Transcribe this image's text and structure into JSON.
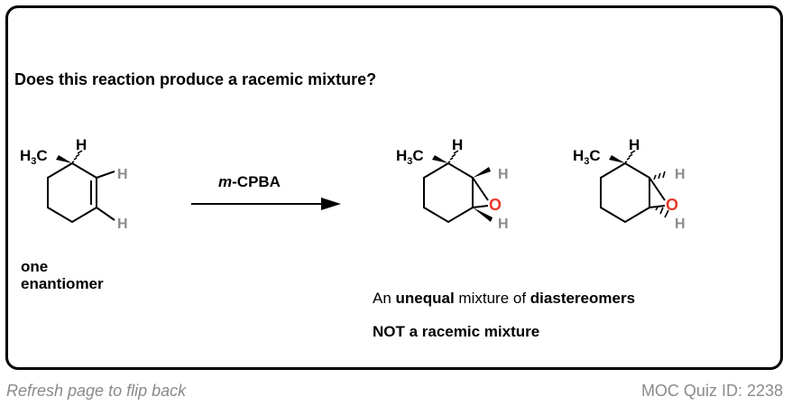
{
  "question": "Does this reaction produce a racemic mixture?",
  "reagent": {
    "prefix": "m",
    "rest": "-CPBA"
  },
  "starting_label": {
    "line1": "one",
    "line2": "enantiomer"
  },
  "result": {
    "line1_part1": "An ",
    "line1_bold1": "unequal",
    "line1_part2": " mixture of ",
    "line1_bold2": "diastereomers",
    "line2": "NOT a racemic mixture"
  },
  "atoms": {
    "hydrogen": "H",
    "carbon": "C",
    "oxygen": "O",
    "subscript3": "3"
  },
  "footer": {
    "left": "Refresh page to flip back",
    "right": "MOC Quiz ID: 2238"
  },
  "colors": {
    "oxygen": "#e8372b",
    "hydrogen_gray": "#8c8c8c",
    "footer_text": "#8a8a8a"
  }
}
